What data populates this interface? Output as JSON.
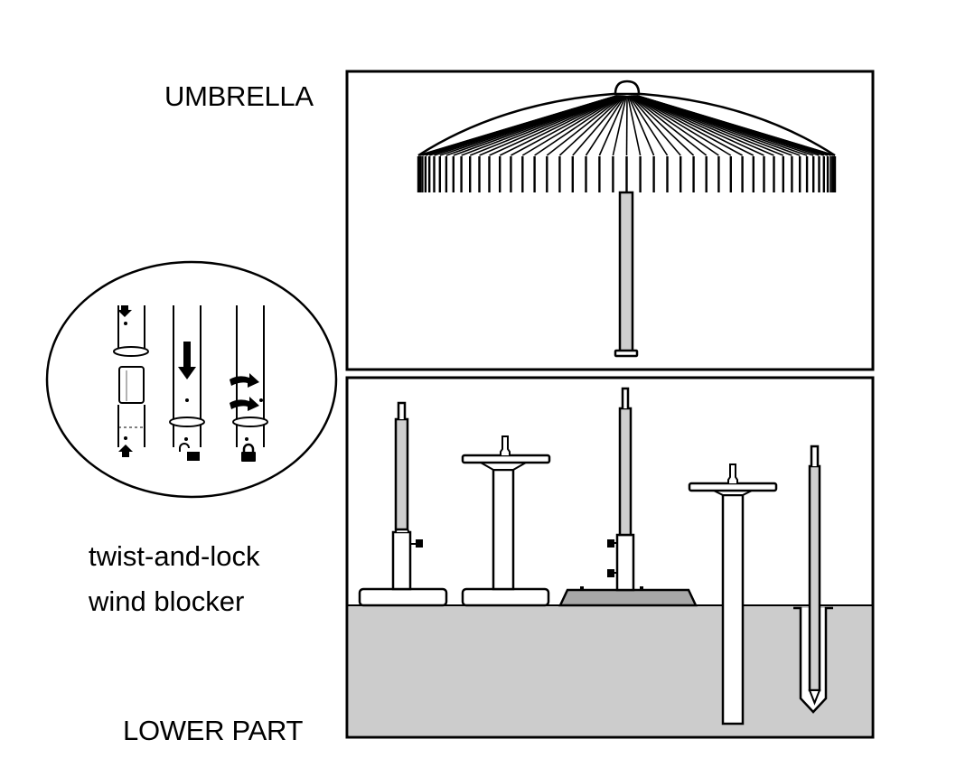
{
  "labels": {
    "umbrella": "UMBRELLA",
    "lower_part": "LOWER PART",
    "twist_line1": "twist-and-lock",
    "twist_line2": "wind blocker"
  },
  "colors": {
    "line": "#000000",
    "ground": "#cccccc",
    "pole_fill": "#cfcfcf",
    "background": "#ffffff"
  },
  "lower_part_variants": [
    {
      "name": "flat-base-stand-with-screw"
    },
    {
      "name": "table-stand-flat-base"
    },
    {
      "name": "weighted-trapezoid-base-with-two-screws"
    },
    {
      "name": "table-stand-ground-spike"
    },
    {
      "name": "ground-sleeve-spike"
    }
  ],
  "twist_lock_steps": [
    {
      "name": "insert",
      "icon": "arrows-together"
    },
    {
      "name": "push-down",
      "icon": "unlock"
    },
    {
      "name": "twist",
      "icon": "lock"
    }
  ]
}
